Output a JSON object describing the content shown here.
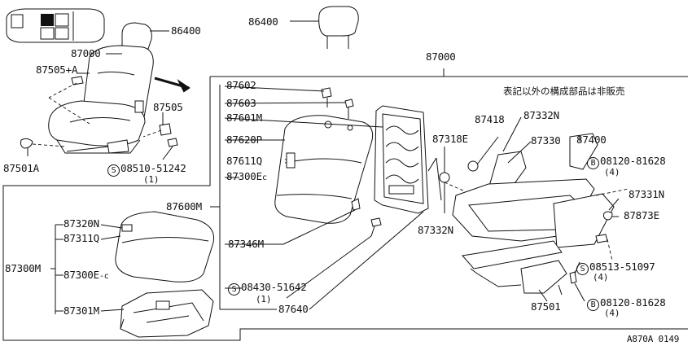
{
  "diagram": {
    "note_jp": "表記以外の構成部品は非販売",
    "drawing_code": "A870A 0149",
    "labels": {
      "l86400a": "86400",
      "l87000a": "87000",
      "l87505a": "87505+A",
      "l87505": "87505",
      "l87501a": "87501A",
      "l08510": "08510-51242",
      "l08510q": "(1)",
      "l86400b": "86400",
      "l87000b": "87000",
      "l87602": "87602",
      "l87603": "87603",
      "l87601m": "87601M",
      "l87620p": "87620P",
      "l87611q": "87611Q",
      "l87300ec1": "87300E",
      "l87600m": "87600M",
      "l87346m": "87346M",
      "l08430": "08430-51642",
      "l08430q": "(1)",
      "l87640": "87640",
      "l87320n": "87320N",
      "l87311q": "87311Q",
      "l87300m": "87300M",
      "l87300ec2": "87300E",
      "l87301m": "87301M",
      "l87418": "87418",
      "l87332na": "87332N",
      "l87318e": "87318E",
      "l87330": "87330",
      "l87400": "87400",
      "l08120a": "08120-81628",
      "l08120aq": "(4)",
      "l87331n": "87331N",
      "l87873e": "87873E",
      "l87332nb": "87332N",
      "l08513": "08513-51097",
      "l08513q": "(4)",
      "l87501": "87501",
      "l08120b": "08120-81628",
      "l08120bq": "(4)"
    },
    "symbols": {
      "s": "S",
      "b": "B"
    }
  }
}
